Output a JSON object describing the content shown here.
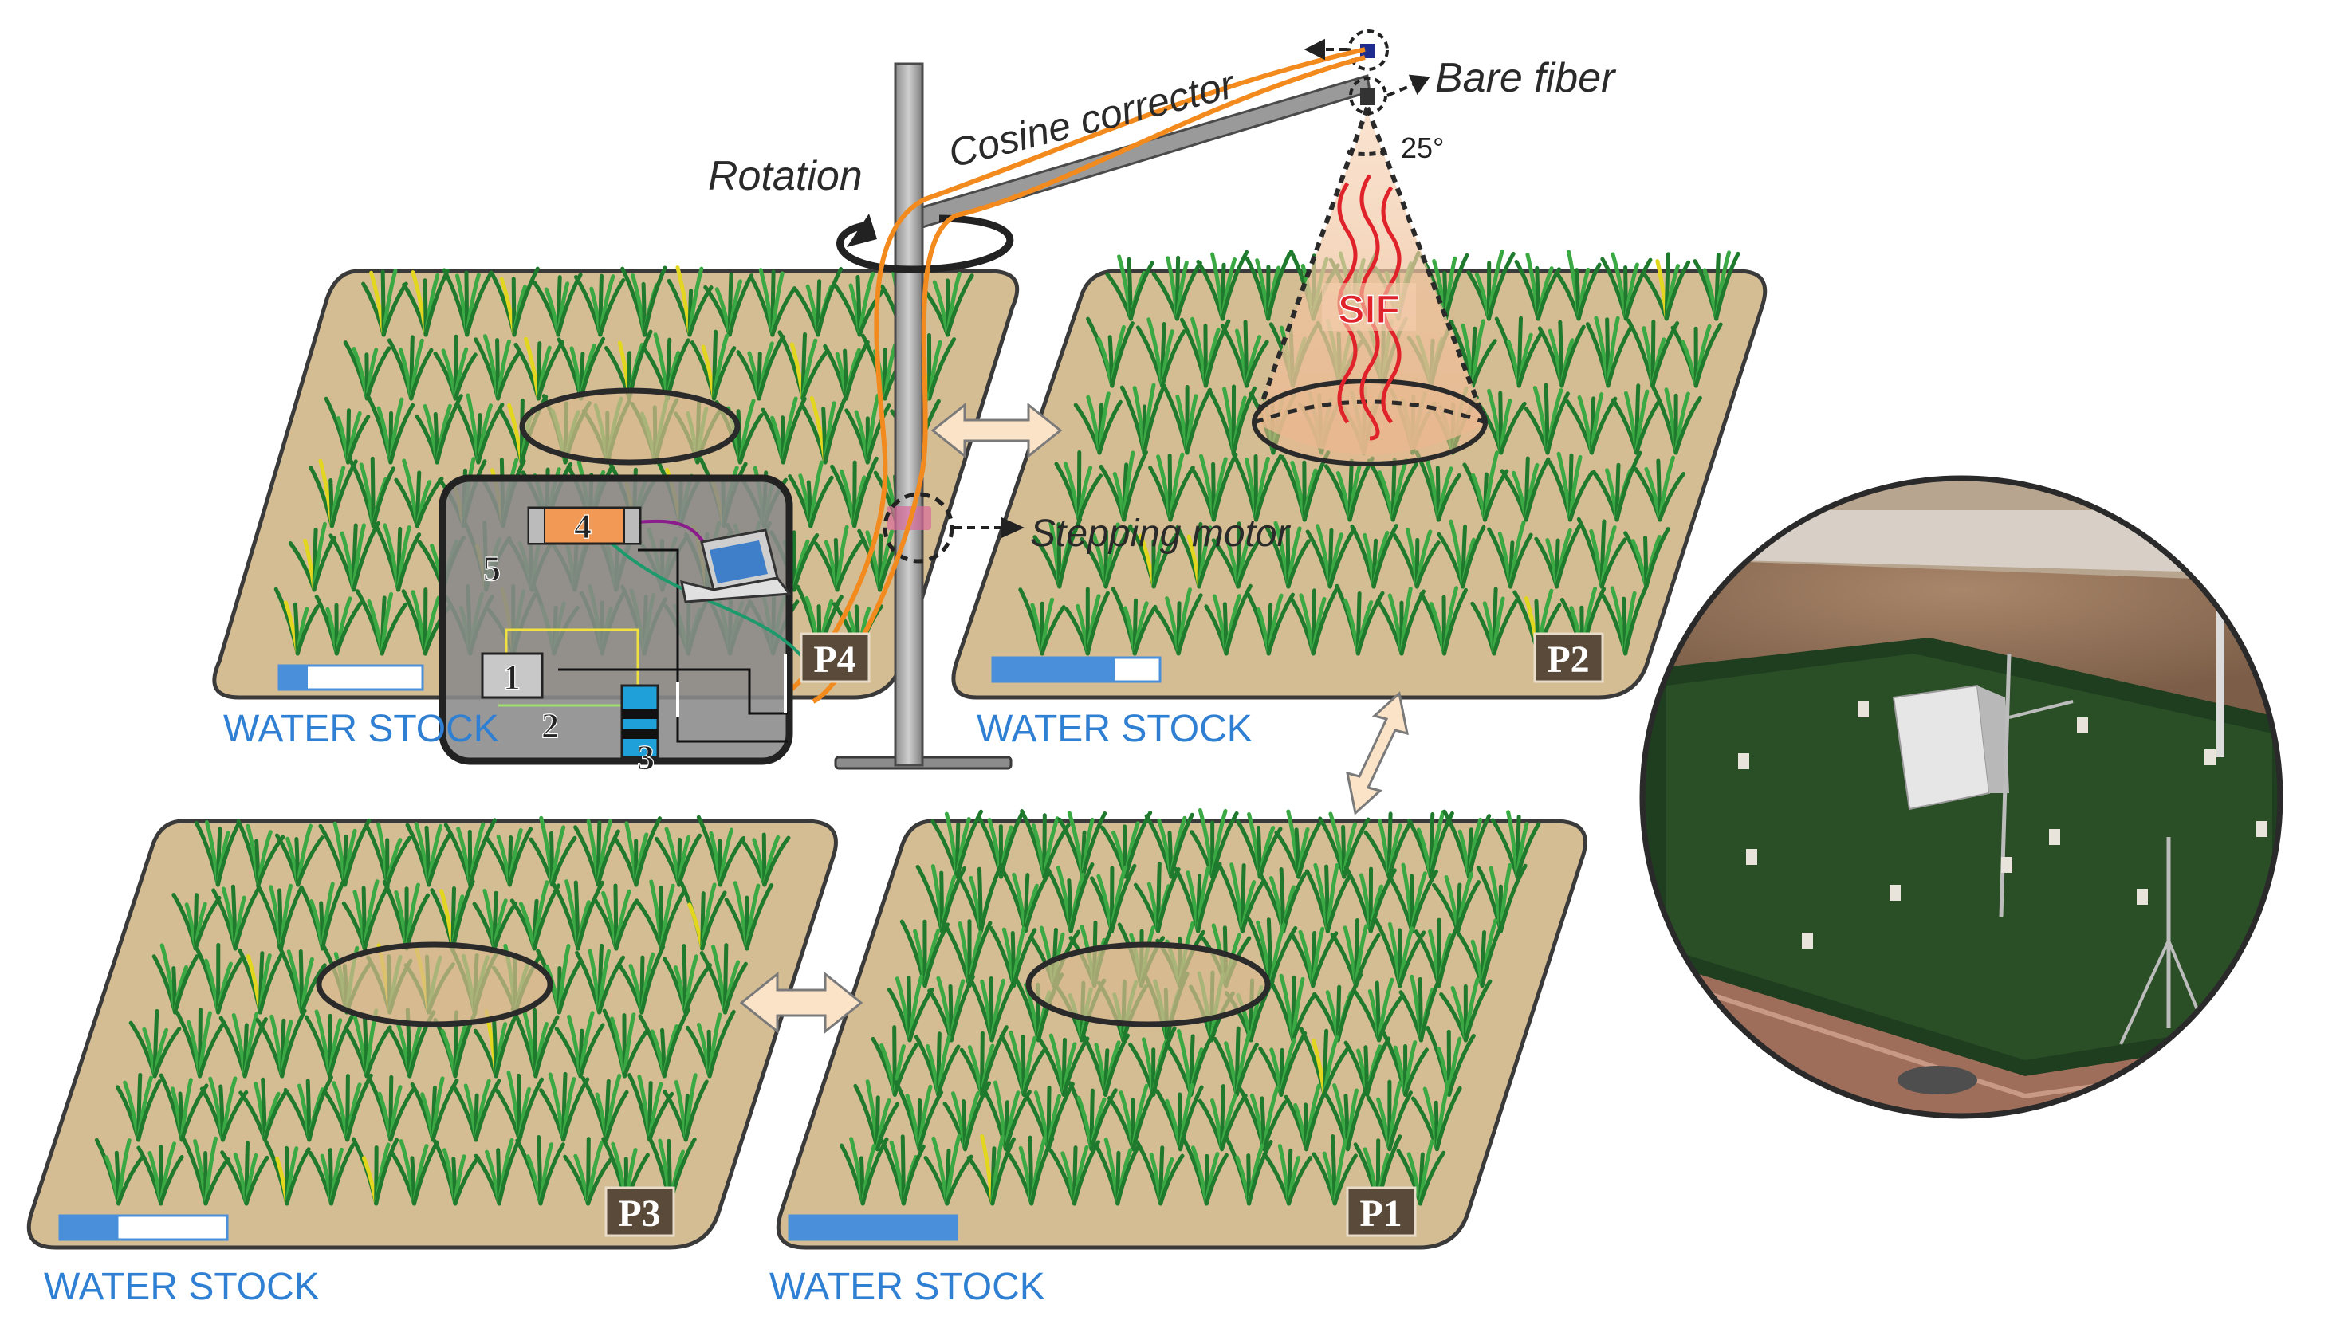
{
  "labels": {
    "cosine_corrector": "Cosine corrector",
    "bare_fiber": "Bare fiber",
    "rotation": "Rotation",
    "angle": "25°",
    "sif": "SIF",
    "stepping_motor": "Stepping motor"
  },
  "plots": [
    {
      "id": "P4",
      "label": "P4",
      "water_label": "WATER STOCK",
      "water_fill": 0.2,
      "water_visible_text": "WATER STOCK"
    },
    {
      "id": "P2",
      "label": "P2",
      "water_label": "WATER STOCK",
      "water_fill": 0.73
    },
    {
      "id": "P3",
      "label": "P3",
      "water_label": "WATER STOCK",
      "water_fill": 0.35
    },
    {
      "id": "P1",
      "label": "P1",
      "water_label": "WATER STOCK",
      "water_fill": 1.0
    }
  ],
  "instrument_box": {
    "components": [
      "1",
      "2",
      "3",
      "4",
      "5"
    ]
  },
  "colors": {
    "soil": "#d4bc93",
    "soil_edge": "#3a3a3a",
    "crop_dark": "#1f7a2e",
    "crop_light": "#3aa843",
    "crop_yellow": "#e3d61f",
    "fiber_orange": "#f28a1e",
    "water_blue": "#4a8fd9",
    "label_blue": "#2f7fd3",
    "sif_red": "#e0222a",
    "arrow_fill": "#fbe3c8",
    "tag_bg": "#5a4a3a"
  }
}
